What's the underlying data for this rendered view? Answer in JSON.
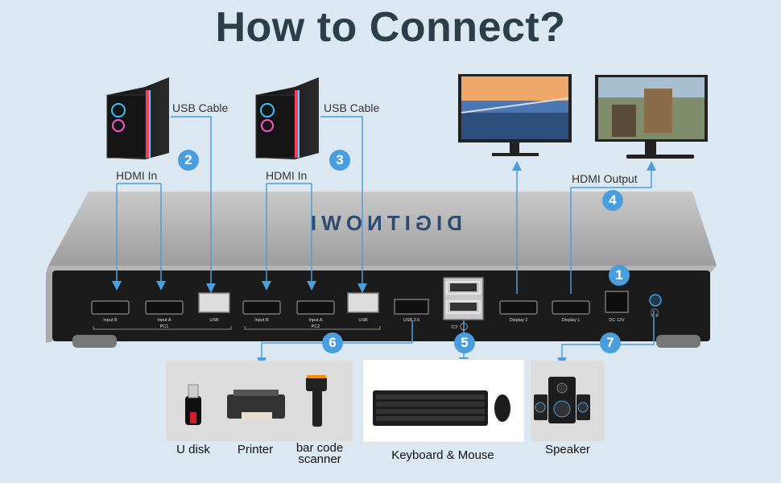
{
  "title": "How to Connect?",
  "labels": {
    "usb_cable_1": "USB Cable",
    "usb_cable_2": "USB Cable",
    "hdmi_in_1": "HDMI In",
    "hdmi_in_2": "HDMI In",
    "hdmi_output": "HDMI Output"
  },
  "badges": [
    "1",
    "2",
    "3",
    "4",
    "5",
    "6",
    "7"
  ],
  "brand": "DIGITNOWI",
  "ports": {
    "pc1_input_b": "Input B",
    "pc1_input_a": "Input A",
    "pc1": "PC1",
    "pc1_usb": "USB",
    "pc2_input_b": "Input B",
    "pc2_input_a": "Input A",
    "pc2": "PC2",
    "pc2_usb": "USB",
    "usb20": "USB 2.0",
    "display2": "Display 2",
    "display1": "Display 1",
    "dc12v": "DC 12V"
  },
  "peripherals": {
    "u_disk": "U disk",
    "printer": "Printer",
    "scanner_line1": "bar code",
    "scanner_line2": "scanner",
    "keyboard_mouse": "Keyboard & Mouse",
    "speaker": "Speaker"
  },
  "colors": {
    "accent": "#4a9ede",
    "title": "#2d3e4b",
    "background": "#dbe8f1"
  }
}
